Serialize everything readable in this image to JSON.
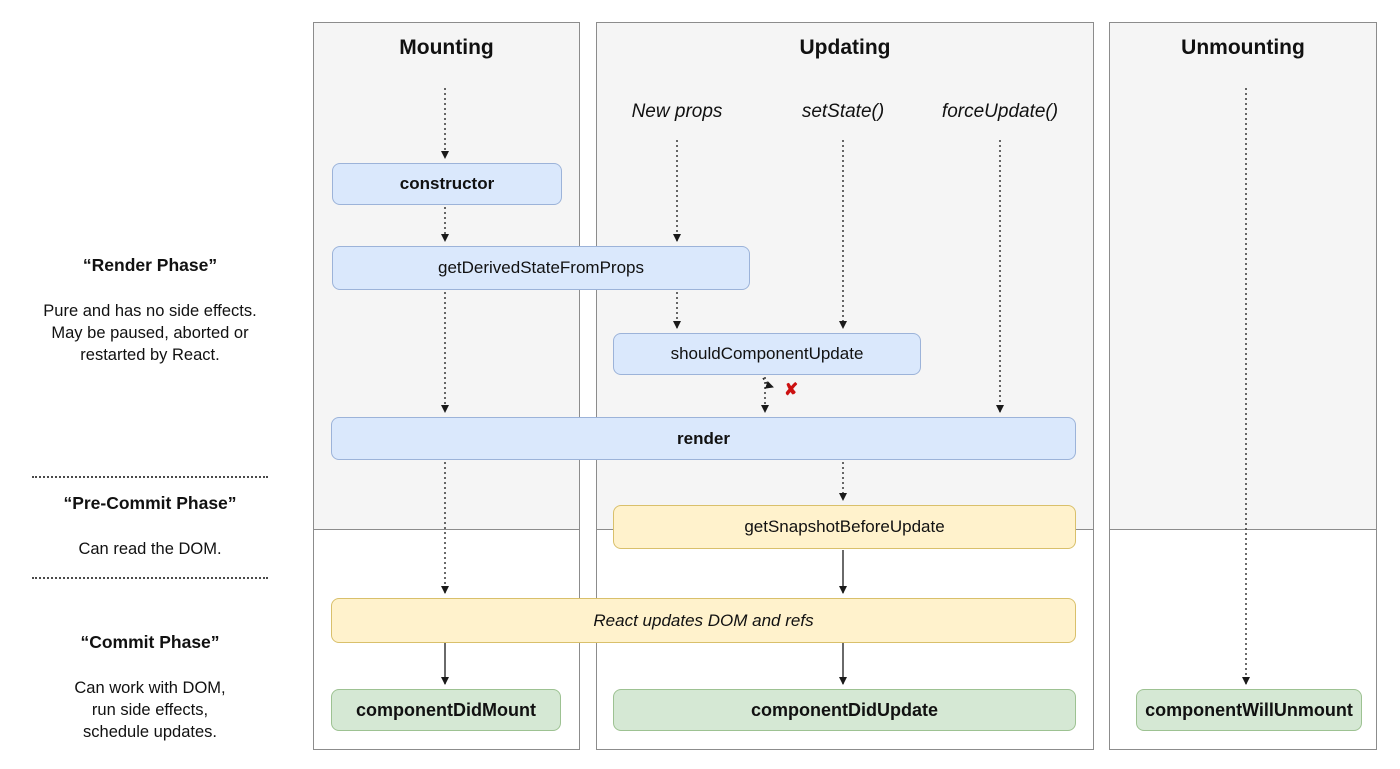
{
  "diagram": {
    "phases": {
      "render": {
        "title": "“Render Phase”",
        "lines": [
          "Pure and has no side effects.",
          "May be paused, aborted or",
          "restarted by React."
        ]
      },
      "pre_commit": {
        "title": "“Pre-Commit Phase”",
        "lines": [
          "Can read the DOM."
        ]
      },
      "commit": {
        "title": "“Commit Phase”",
        "lines": [
          "Can work with DOM,",
          "run side effects,",
          "schedule updates."
        ]
      }
    },
    "columns": {
      "mounting": {
        "title": "Mounting"
      },
      "updating": {
        "title": "Updating",
        "triggers": [
          "New props",
          "setState()",
          "forceUpdate()"
        ]
      },
      "unmounting": {
        "title": "Unmounting"
      }
    },
    "nodes": {
      "constructor": "constructor",
      "get_derived_state_from_props": "getDerivedStateFromProps",
      "should_component_update": "shouldComponentUpdate",
      "render": "render",
      "get_snapshot_before_update": "getSnapshotBeforeUpdate",
      "react_updates_dom": "React updates DOM and refs",
      "component_did_mount": "componentDidMount",
      "component_did_update": "componentDidUpdate",
      "component_will_unmount": "componentWillUnmount"
    },
    "marks": {
      "update_blocked_x": "✘"
    },
    "colors": {
      "node_blue": "#dae8fc",
      "node_yellow": "#fff2cc",
      "node_green": "#d5e8d4",
      "phase_shade": "#f5f5f5",
      "blocked_x": "#cc1111"
    }
  }
}
